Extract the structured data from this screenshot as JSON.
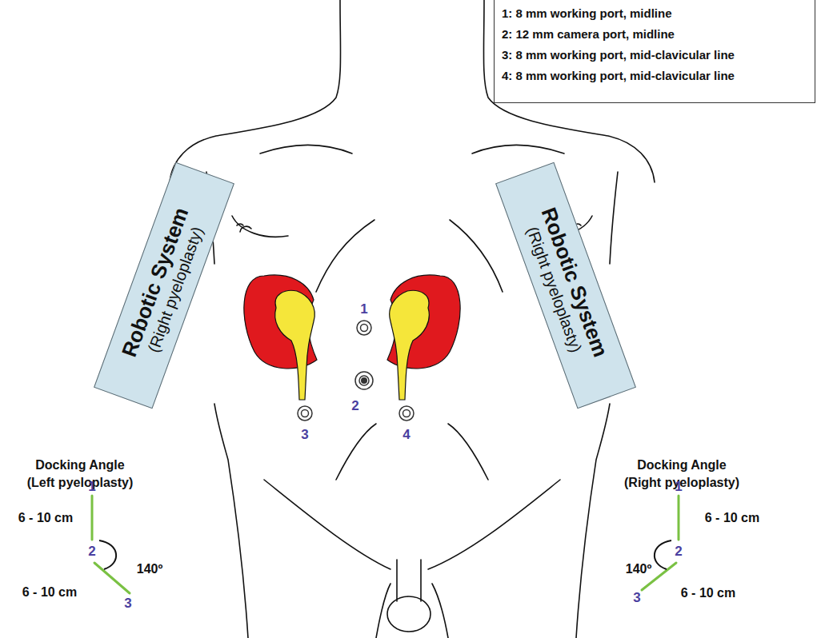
{
  "diagram": {
    "nodes": [
      {
        "text": [
          "Robotic System",
          "(Right pyeloplasty)"
        ]
      },
      {
        "text": [
          "Robotic System",
          "(Right pyeloplasty)"
        ]
      }
    ],
    "labels": [
      "1",
      "2",
      "3",
      "4",
      "Docking Angle",
      "(Left pyeloplasty)",
      "1",
      "6 - 10 cm",
      "2",
      "140º",
      "6 - 10 cm",
      "3",
      "Docking Angle",
      "(Right pyeloplasty)",
      "1",
      "6 - 10 cm",
      "140º",
      "2",
      "3",
      "6 - 10 cm"
    ],
    "legend": [
      {
        "text": "1: 8 mm working port, midline"
      },
      {
        "text": "2: 12 mm camera port, midline"
      },
      {
        "text": "3: 8 mm working port, mid-clavicular line"
      },
      {
        "text": "4: 8 mm working port, mid-clavicular line"
      }
    ]
  }
}
